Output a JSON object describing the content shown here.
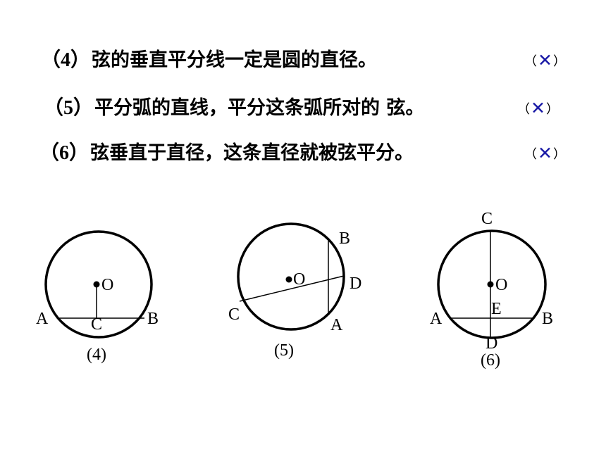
{
  "statements": [
    {
      "num": "（4）",
      "text": "弦的垂直平分线一定是圆的直径。",
      "open": "（",
      "mark": "✕",
      "close": "）"
    },
    {
      "num": "（5）",
      "text": "平分弧的直线，平分这条弧所对的 弦。",
      "open": "（",
      "mark": "✕",
      "close": "）"
    },
    {
      "num": "（6）",
      "text": "弦垂直于直径，这条直径就被弦平分。",
      "open": "（",
      "mark": "✕",
      "close": "）"
    }
  ],
  "figures": [
    {
      "caption": "(4)",
      "labels": {
        "O": "O",
        "A": "A",
        "B": "B",
        "C": "C"
      }
    },
    {
      "caption": "(5)",
      "labels": {
        "O": "O",
        "A": "A",
        "B": "B",
        "C": "C",
        "D": "D"
      }
    },
    {
      "caption": "(6)",
      "labels": {
        "O": "O",
        "A": "A",
        "B": "B",
        "C": "C",
        "D": "D",
        "E": "E"
      }
    }
  ],
  "colors": {
    "mark": "#1a1aa6",
    "stroke": "#000000"
  }
}
